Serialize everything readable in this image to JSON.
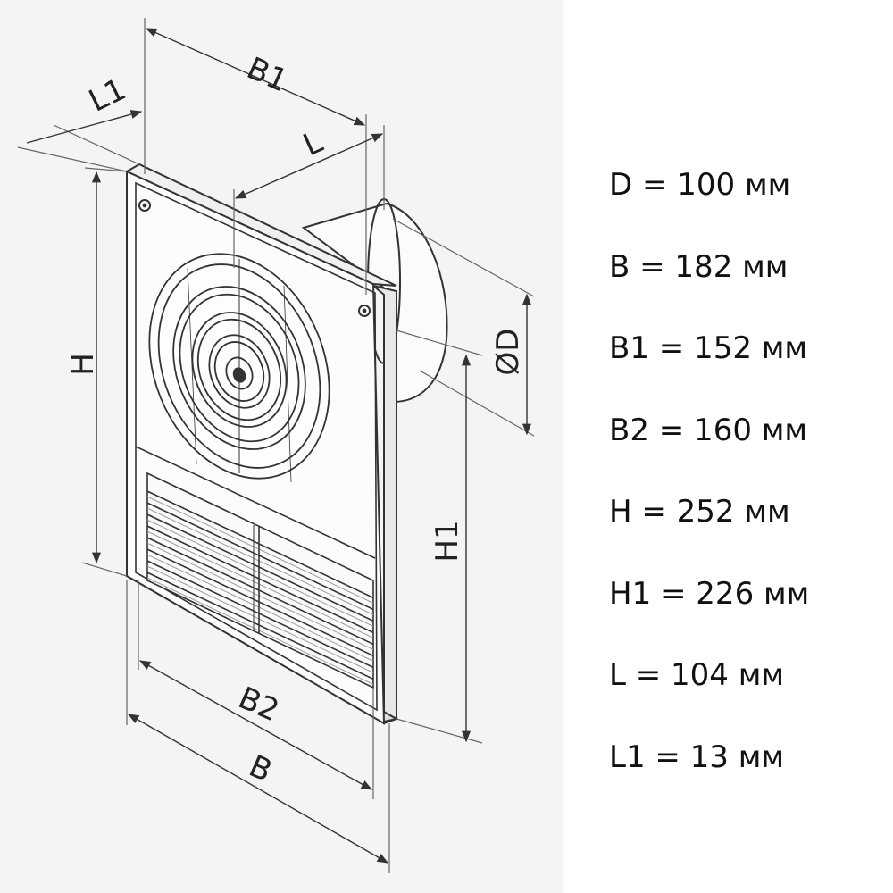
{
  "drawing": {
    "labels": {
      "B1": "B1",
      "L1": "L1",
      "L": "L",
      "H": "H",
      "D": "ØD",
      "H1": "H1",
      "B2": "B2",
      "B": "B"
    }
  },
  "specs": [
    "D = 100 мм",
    "B = 182 мм",
    "B1 = 152 мм",
    "B2 = 160 мм",
    "H = 252 мм",
    "H1 = 226 мм",
    "L = 104 мм",
    "L1 = 13 мм"
  ]
}
